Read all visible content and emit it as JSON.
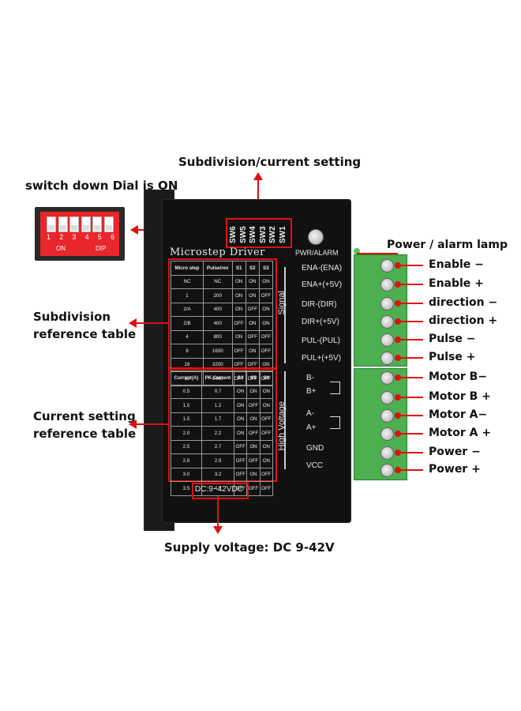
{
  "callouts": {
    "subdivision_current": "Subdivision/current setting",
    "switch_down": "switch down Dial is ON",
    "power_alarm_lamp": "Power / alarm  lamp",
    "subdivision_table_line1": "Subdivision",
    "subdivision_table_line2": "reference table",
    "current_table_line1": "Current setting",
    "current_table_line2": "reference table",
    "supply_voltage": "Supply voltage: DC 9-42V"
  },
  "dip_switch": {
    "numbers": [
      "1",
      "2",
      "3",
      "4",
      "5",
      "6"
    ],
    "on_text": "ON",
    "dip_text": "DIP",
    "color": "#e8262b"
  },
  "driver": {
    "title": "Microstep Driver",
    "switches": [
      "SW6",
      "SW5",
      "SW4",
      "SW3",
      "SW2",
      "SW1"
    ],
    "pwr_alarm": "PWR/ALARM",
    "signal_label": "Signal",
    "high_voltage_label": "High Voltage",
    "supply_badge": "DC:9~42VDC",
    "signal_pins": [
      "ENA-(ENA)",
      "ENA+(+5V)",
      "DIR-(DIR)",
      "DIR+(+5V)",
      "PUL-(PUL)",
      "PUL+(+5V)"
    ],
    "power_pins": [
      "B-",
      "B+",
      "A-",
      "A+",
      "GND",
      "VCC"
    ]
  },
  "microstep_table": {
    "headers": [
      "Micro step",
      "Pulse/rev",
      "S1",
      "S2",
      "S3"
    ],
    "rows": [
      [
        "NC",
        "NC",
        "ON",
        "ON",
        "ON"
      ],
      [
        "1",
        "200",
        "ON",
        "ON",
        "OFF"
      ],
      [
        "2/A",
        "400",
        "ON",
        "OFF",
        "ON"
      ],
      [
        "2/B",
        "400",
        "OFF",
        "ON",
        "ON"
      ],
      [
        "4",
        "800",
        "ON",
        "OFF",
        "OFF"
      ],
      [
        "8",
        "1600",
        "OFF",
        "ON",
        "OFF"
      ],
      [
        "16",
        "3200",
        "OFF",
        "OFF",
        "ON"
      ],
      [
        "32",
        "6400",
        "OFF",
        "OFF",
        "OFF"
      ]
    ]
  },
  "current_table": {
    "headers": [
      "Current(A)",
      "PK Current",
      "S4",
      "S5",
      "S6"
    ],
    "rows": [
      [
        "0.5",
        "0.7",
        "ON",
        "ON",
        "ON"
      ],
      [
        "1.0",
        "1.2",
        "ON",
        "OFF",
        "ON"
      ],
      [
        "1.5",
        "1.7",
        "ON",
        "ON",
        "OFF"
      ],
      [
        "2.0",
        "2.2",
        "ON",
        "OFF",
        "OFF"
      ],
      [
        "2.5",
        "2.7",
        "OFF",
        "ON",
        "ON"
      ],
      [
        "2.8",
        "2.9",
        "OFF",
        "OFF",
        "ON"
      ],
      [
        "3.0",
        "3.2",
        "OFF",
        "ON",
        "OFF"
      ],
      [
        "3.5",
        "4.0",
        "OFF",
        "OFF",
        "OFF"
      ]
    ]
  },
  "terminal_labels": [
    "Enable −",
    "Enable +",
    "direction −",
    "direction +",
    "Pulse −",
    "Pulse +",
    "Motor  B−",
    "Motor  B +",
    "Motor  A−",
    "Motor  A +",
    "Power  −",
    "Power  +"
  ],
  "colors": {
    "accent_red": "#e01010",
    "terminal_green": "#4caf50",
    "driver_black": "#111111"
  }
}
